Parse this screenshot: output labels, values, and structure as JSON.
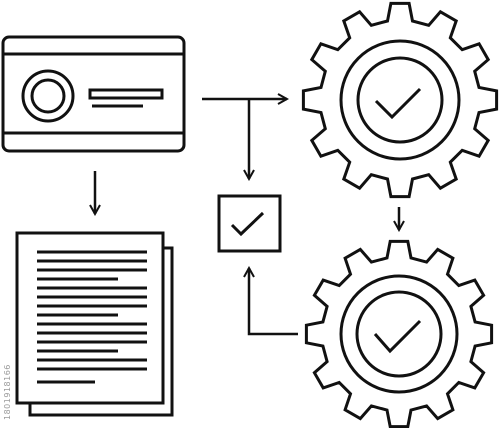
{
  "image": {
    "kind": "line-icon illustration",
    "stroke_color": "#111111",
    "background": "#ffffff"
  },
  "nodes": [
    {
      "id": "card",
      "icon": "id-card-icon"
    },
    {
      "id": "documents",
      "icon": "document-stack-icon"
    },
    {
      "id": "gear-top",
      "icon": "gear-check-icon"
    },
    {
      "id": "gear-bottom",
      "icon": "gear-check-icon"
    },
    {
      "id": "checkbox",
      "icon": "checkbox-check-icon"
    }
  ],
  "edges": [
    {
      "from": "card",
      "to": "documents"
    },
    {
      "from": "card",
      "to": "gear-top"
    },
    {
      "from": "card",
      "to": "checkbox"
    },
    {
      "from": "gear-top",
      "to": "gear-bottom"
    },
    {
      "from": "gear-bottom",
      "to": "checkbox"
    }
  ],
  "watermark": {
    "side_text": "1801918166"
  }
}
